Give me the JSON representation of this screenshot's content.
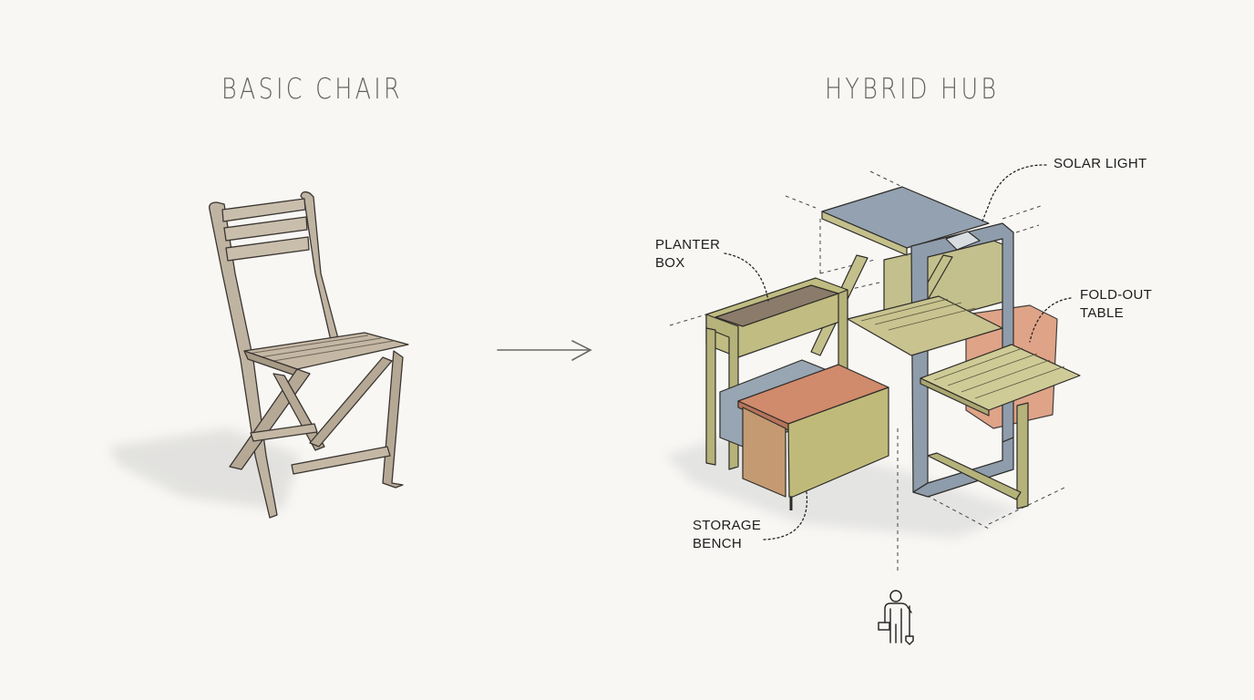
{
  "left_panel": {
    "title": "BASIC CHAIR",
    "illustration": "folding-wooden-chair"
  },
  "transition": {
    "icon": "arrow-right-icon"
  },
  "right_panel": {
    "title": "HYBRID HUB",
    "illustration": "modular-outdoor-hub",
    "callouts": [
      {
        "label": "SOLAR LIGHT"
      },
      {
        "label": "PLANTER\nBOX"
      },
      {
        "label": "FOLD-OUT\nTABLE"
      },
      {
        "label": "STORAGE\nBENCH"
      }
    ],
    "footer_icon": "person-with-toolbox-and-shovel-icon"
  },
  "colors": {
    "background": "#f8f7f4",
    "title_text": "#66645f",
    "wood": "#b8b48a",
    "wood_green": "#b5b27a",
    "chair_wood": "#b8ab98",
    "terracotta": "#d08a6c",
    "slate_blue": "#8e9cab",
    "ink": "#2e2c28"
  }
}
